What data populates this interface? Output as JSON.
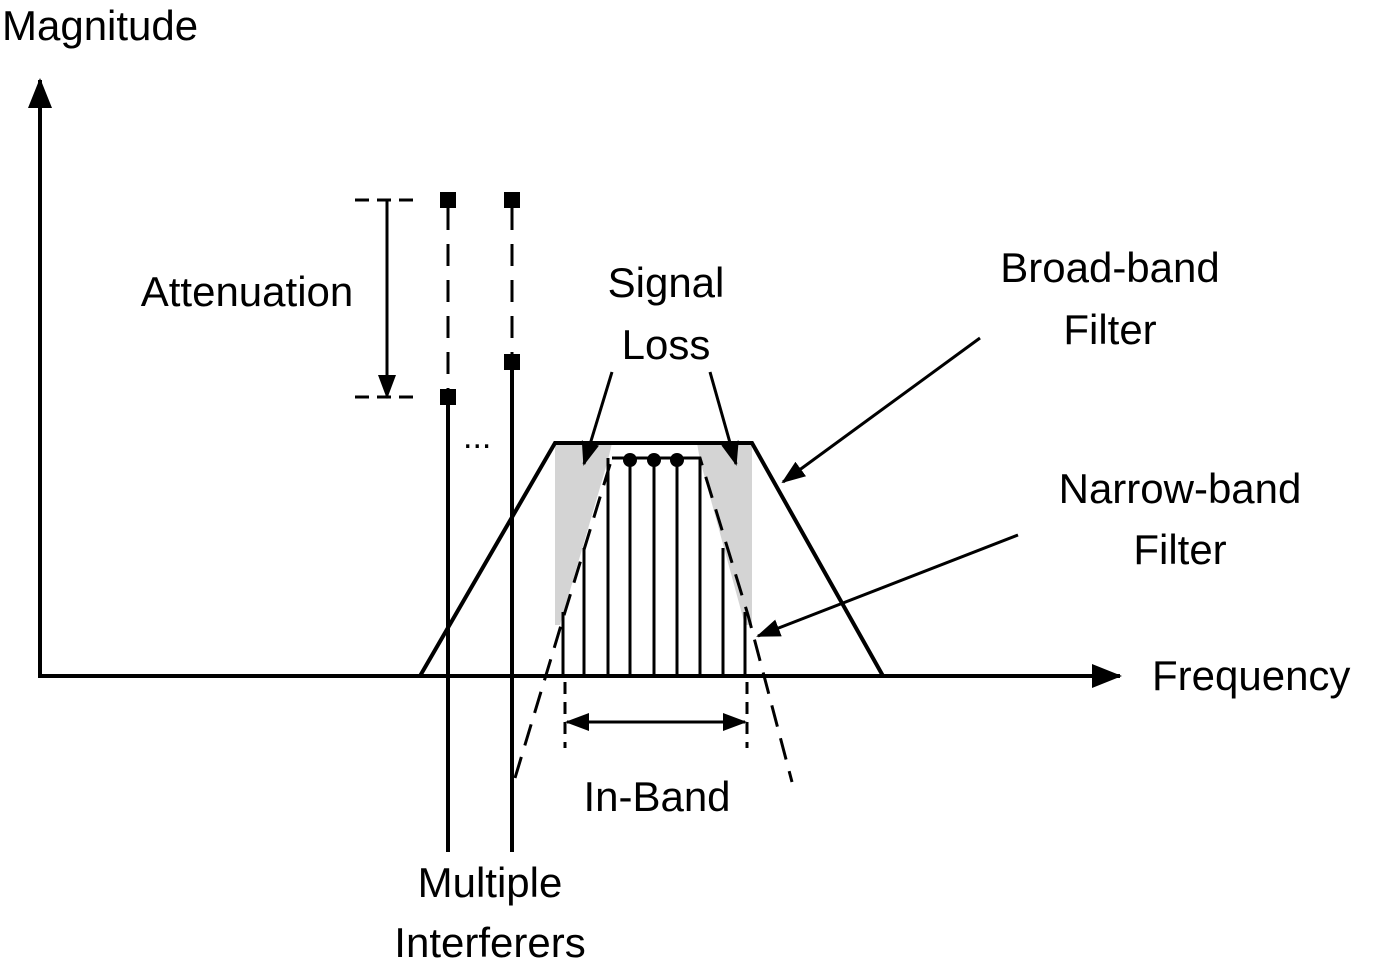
{
  "labels": {
    "y_axis": "Magnitude",
    "x_axis": "Frequency",
    "attenuation": "Attenuation",
    "signal_loss": [
      "Signal",
      "Loss"
    ],
    "broad_band": [
      "Broad-band",
      "Filter"
    ],
    "narrow_band": [
      "Narrow-band",
      "Filter"
    ],
    "in_band": "In-Band",
    "interferers": [
      "Multiple",
      "Interferers"
    ],
    "ellipsis": "..."
  },
  "colors": {
    "line": "#000000",
    "shade": "#d4d4d4"
  }
}
